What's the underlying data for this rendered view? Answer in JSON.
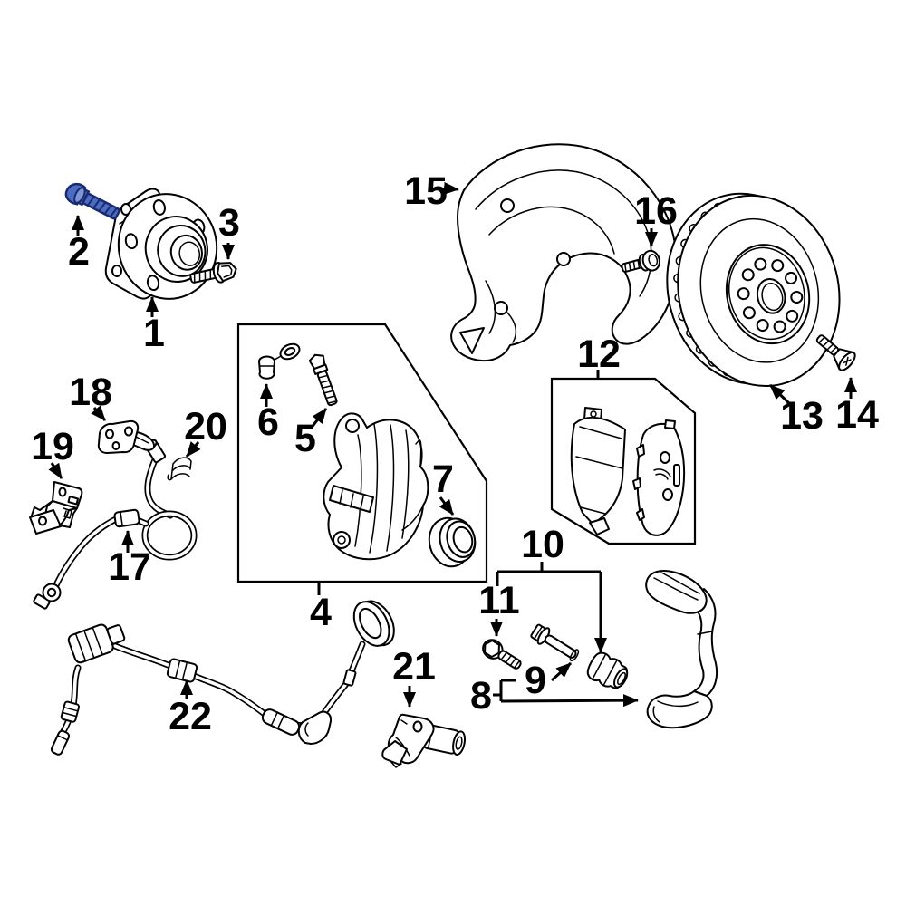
{
  "diagram": {
    "highlighted_callout": "2",
    "callout_count": 22
  },
  "colors": {
    "background": "#ffffff",
    "line": "#000000",
    "highlight_fill": "#4a6cc3",
    "highlight_light": "#7e97d6",
    "highlight_stroke": "#1b2a6e"
  },
  "callouts": [
    {
      "num": "1"
    },
    {
      "num": "2"
    },
    {
      "num": "3"
    },
    {
      "num": "4"
    },
    {
      "num": "5"
    },
    {
      "num": "6"
    },
    {
      "num": "7"
    },
    {
      "num": "8"
    },
    {
      "num": "9"
    },
    {
      "num": "10"
    },
    {
      "num": "11"
    },
    {
      "num": "12"
    },
    {
      "num": "13"
    },
    {
      "num": "14"
    },
    {
      "num": "15"
    },
    {
      "num": "16"
    },
    {
      "num": "17"
    },
    {
      "num": "18"
    },
    {
      "num": "19"
    },
    {
      "num": "20"
    },
    {
      "num": "21"
    },
    {
      "num": "22"
    }
  ]
}
